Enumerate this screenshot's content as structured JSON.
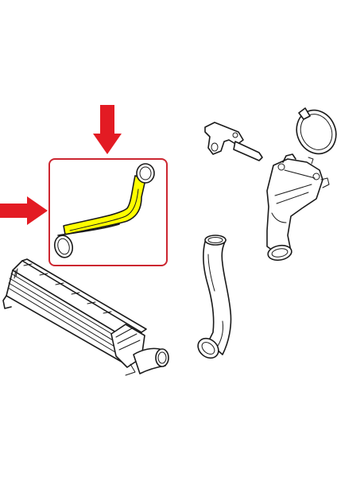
{
  "diagram": {
    "parts": [
      {
        "id": "intercooler-hose",
        "highlighted": true
      },
      {
        "id": "intercooler-radiator",
        "highlighted": false
      },
      {
        "id": "curved-hose",
        "highlighted": false
      },
      {
        "id": "bracket-clip",
        "highlighted": false
      },
      {
        "id": "hose-clamp-ring",
        "highlighted": false
      },
      {
        "id": "elbow-pipe",
        "highlighted": false
      }
    ],
    "colors": {
      "highlight": "#ffff00",
      "arrow": "#e31b23",
      "frame": "#cc2630",
      "line": "#1a1a1a",
      "background": "#ffffff"
    },
    "icons": [
      "arrow-down-icon",
      "arrow-right-icon"
    ]
  }
}
